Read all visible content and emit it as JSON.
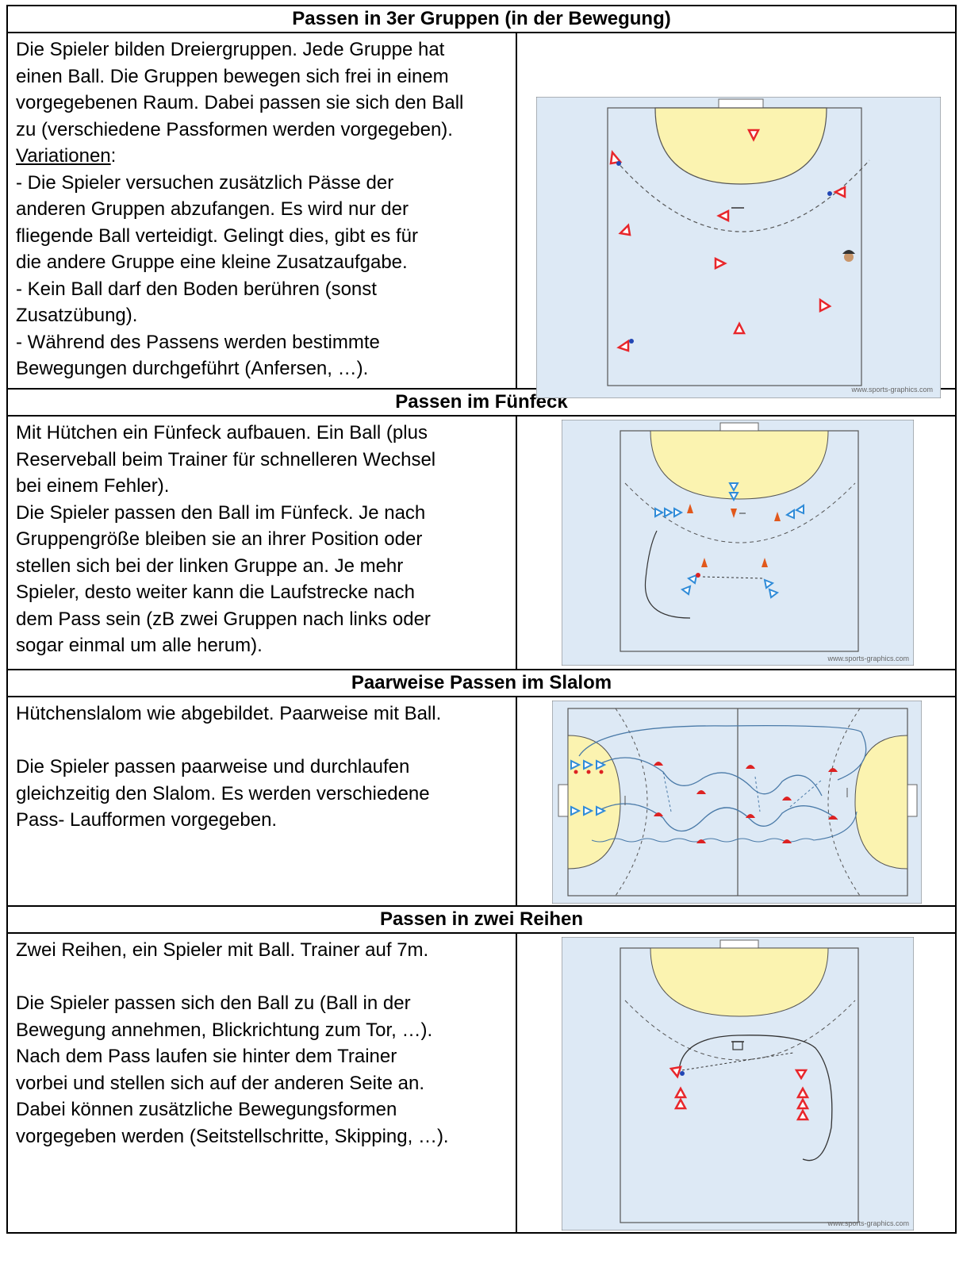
{
  "sections": [
    {
      "title": "Passen in 3er Gruppen (in der Bewegung)",
      "lines": [
        "Die Spieler bilden Dreiergruppen. Jede Gruppe hat",
        "einen Ball. Die Gruppen bewegen sich frei in einem",
        "vorgegebenen Raum. Dabei passen sie sich den Ball",
        "zu (verschiedene Passformen werden vorgegeben)."
      ],
      "variations_heading": "Variationen",
      "variations_colon": ":",
      "variation_lines": [
        "- Die Spieler versuchen zusätzlich Pässe der",
        "anderen Gruppen abzufangen. Es wird nur der",
        "fliegende Ball verteidigt. Gelingt dies, gibt es für",
        "die andere Gruppe eine kleine Zusatzaufgabe.",
        "- Kein Ball darf den Boden berühren (sonst",
        "Zusatzübung).",
        "- Während des Passens werden bestimmte",
        "Bewegungen durchgeführt (Anfersen, …)."
      ],
      "watermark": "www.sports-graphics.com"
    },
    {
      "title": "Passen im Fünfeck",
      "lines": [
        "Mit Hütchen ein Fünfeck aufbauen. Ein Ball (plus",
        "Reserveball beim Trainer für schnelleren Wechsel",
        "bei einem Fehler).",
        "Die Spieler passen den Ball im Fünfeck. Je nach",
        "Gruppengröße bleiben sie an ihrer Position oder",
        "stellen sich bei der linken Gruppe an. Je mehr",
        "Spieler, desto weiter kann die Laufstrecke nach",
        "dem Pass sein (zB zwei Gruppen nach links oder",
        "sogar einmal um alle herum)."
      ],
      "watermark": "www.sports-graphics.com"
    },
    {
      "title": "Paarweise Passen im Slalom",
      "lines": [
        "Hütchenslalom wie abgebildet. Paarweise mit Ball.",
        "",
        "Die Spieler passen paarweise und durchlaufen",
        "gleichzeitig den Slalom. Es werden verschiedene",
        "Pass- Laufformen vorgegeben."
      ]
    },
    {
      "title": "Passen in zwei Reihen",
      "lines": [
        "Zwei Reihen, ein Spieler mit Ball. Trainer auf 7m.",
        "",
        "Die Spieler passen sich den Ball zu (Ball in der",
        "Bewegung annehmen, Blickrichtung zum Tor, …).",
        "Nach  dem Pass laufen sie hinter dem Trainer",
        "vorbei und stellen sich auf der anderen Seite an.",
        "Dabei können zusätzliche Bewegungsformen",
        "vorgegeben werden (Seitstellschritte, Skipping, …)."
      ],
      "watermark": "www.sports-graphics.com"
    }
  ],
  "colors": {
    "court": "#dde9f5",
    "goal_area": "#fbf3b0",
    "player_red": "#e8262b",
    "player_blue": "#2f8bd8",
    "cone": "#e1581c",
    "cone_red": "#d22",
    "ball": "#2146b4"
  }
}
